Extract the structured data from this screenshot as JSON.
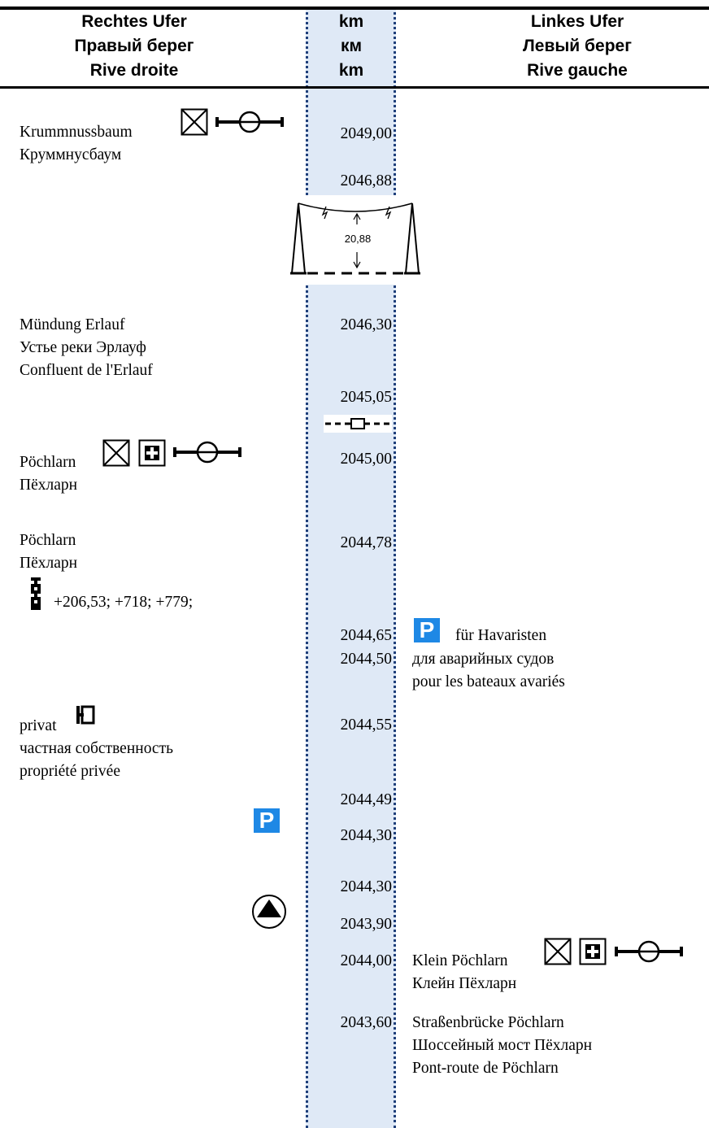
{
  "header": {
    "right_bank": [
      "Rechtes Ufer",
      "Правый берег",
      "Rive droite"
    ],
    "km": [
      "km",
      "км",
      "km"
    ],
    "left_bank": [
      "Linkes Ufer",
      "Левый берег",
      "Rive gauche"
    ]
  },
  "power_line_clearance": "20,88",
  "rows": {
    "krummnussbaum": {
      "km": "2049,00",
      "de": "Krummnussbaum",
      "ru": "Круммнусбаум"
    },
    "line_km": "2046,88",
    "erlauf": {
      "km": "2046,30",
      "de": "Mündung Erlauf",
      "ru": "Устье реки Эрлауф",
      "fr": "Confluent de l'Erlauf"
    },
    "km_2045_05": "2045,05",
    "pochlarn1": {
      "km": "2045,00",
      "de": "Pöchlarn",
      "ru": "Пёхларн"
    },
    "pochlarn2": {
      "km": "2044,78",
      "de": "Pöchlarn",
      "ru": "Пёхларн",
      "note": "+206,53; +718; +779;"
    },
    "havaristen": {
      "km1": "2044,65",
      "km2": "2044,50",
      "de": "für Havaristen",
      "ru": "для аварийных судов",
      "fr": "pour les bateaux avariés"
    },
    "privat": {
      "km": "2044,55",
      "de": "privat",
      "ru": "частная собственность",
      "fr": "propriété privée"
    },
    "km_2044_49": "2044,49",
    "parking_right_km": "2044,30",
    "km_2044_30b": "2044,30",
    "km_2043_90": "2043,90",
    "klein": {
      "km": "2044,00",
      "de": "Klein Pöchlarn",
      "ru": "Клейн Пёхларн"
    },
    "bridge": {
      "km": "2043,60",
      "de": "Straßenbrücke Pöchlarn",
      "ru": "Шоссейный мост Пёхларн",
      "fr": "Pont-route de Pöchlarn"
    }
  },
  "parking_letter": "P",
  "colors": {
    "band": "#dfe9f6",
    "band_border": "#1f3f7a",
    "parking": "#1e88e5"
  },
  "icons": [
    "cross-box-icon",
    "first-aid-icon",
    "pipeline-icon",
    "power-line-icon",
    "checkered-mark-icon",
    "private-berth-icon",
    "parking-sign-icon",
    "triangle-disc-icon",
    "ferry-cable-icon"
  ]
}
